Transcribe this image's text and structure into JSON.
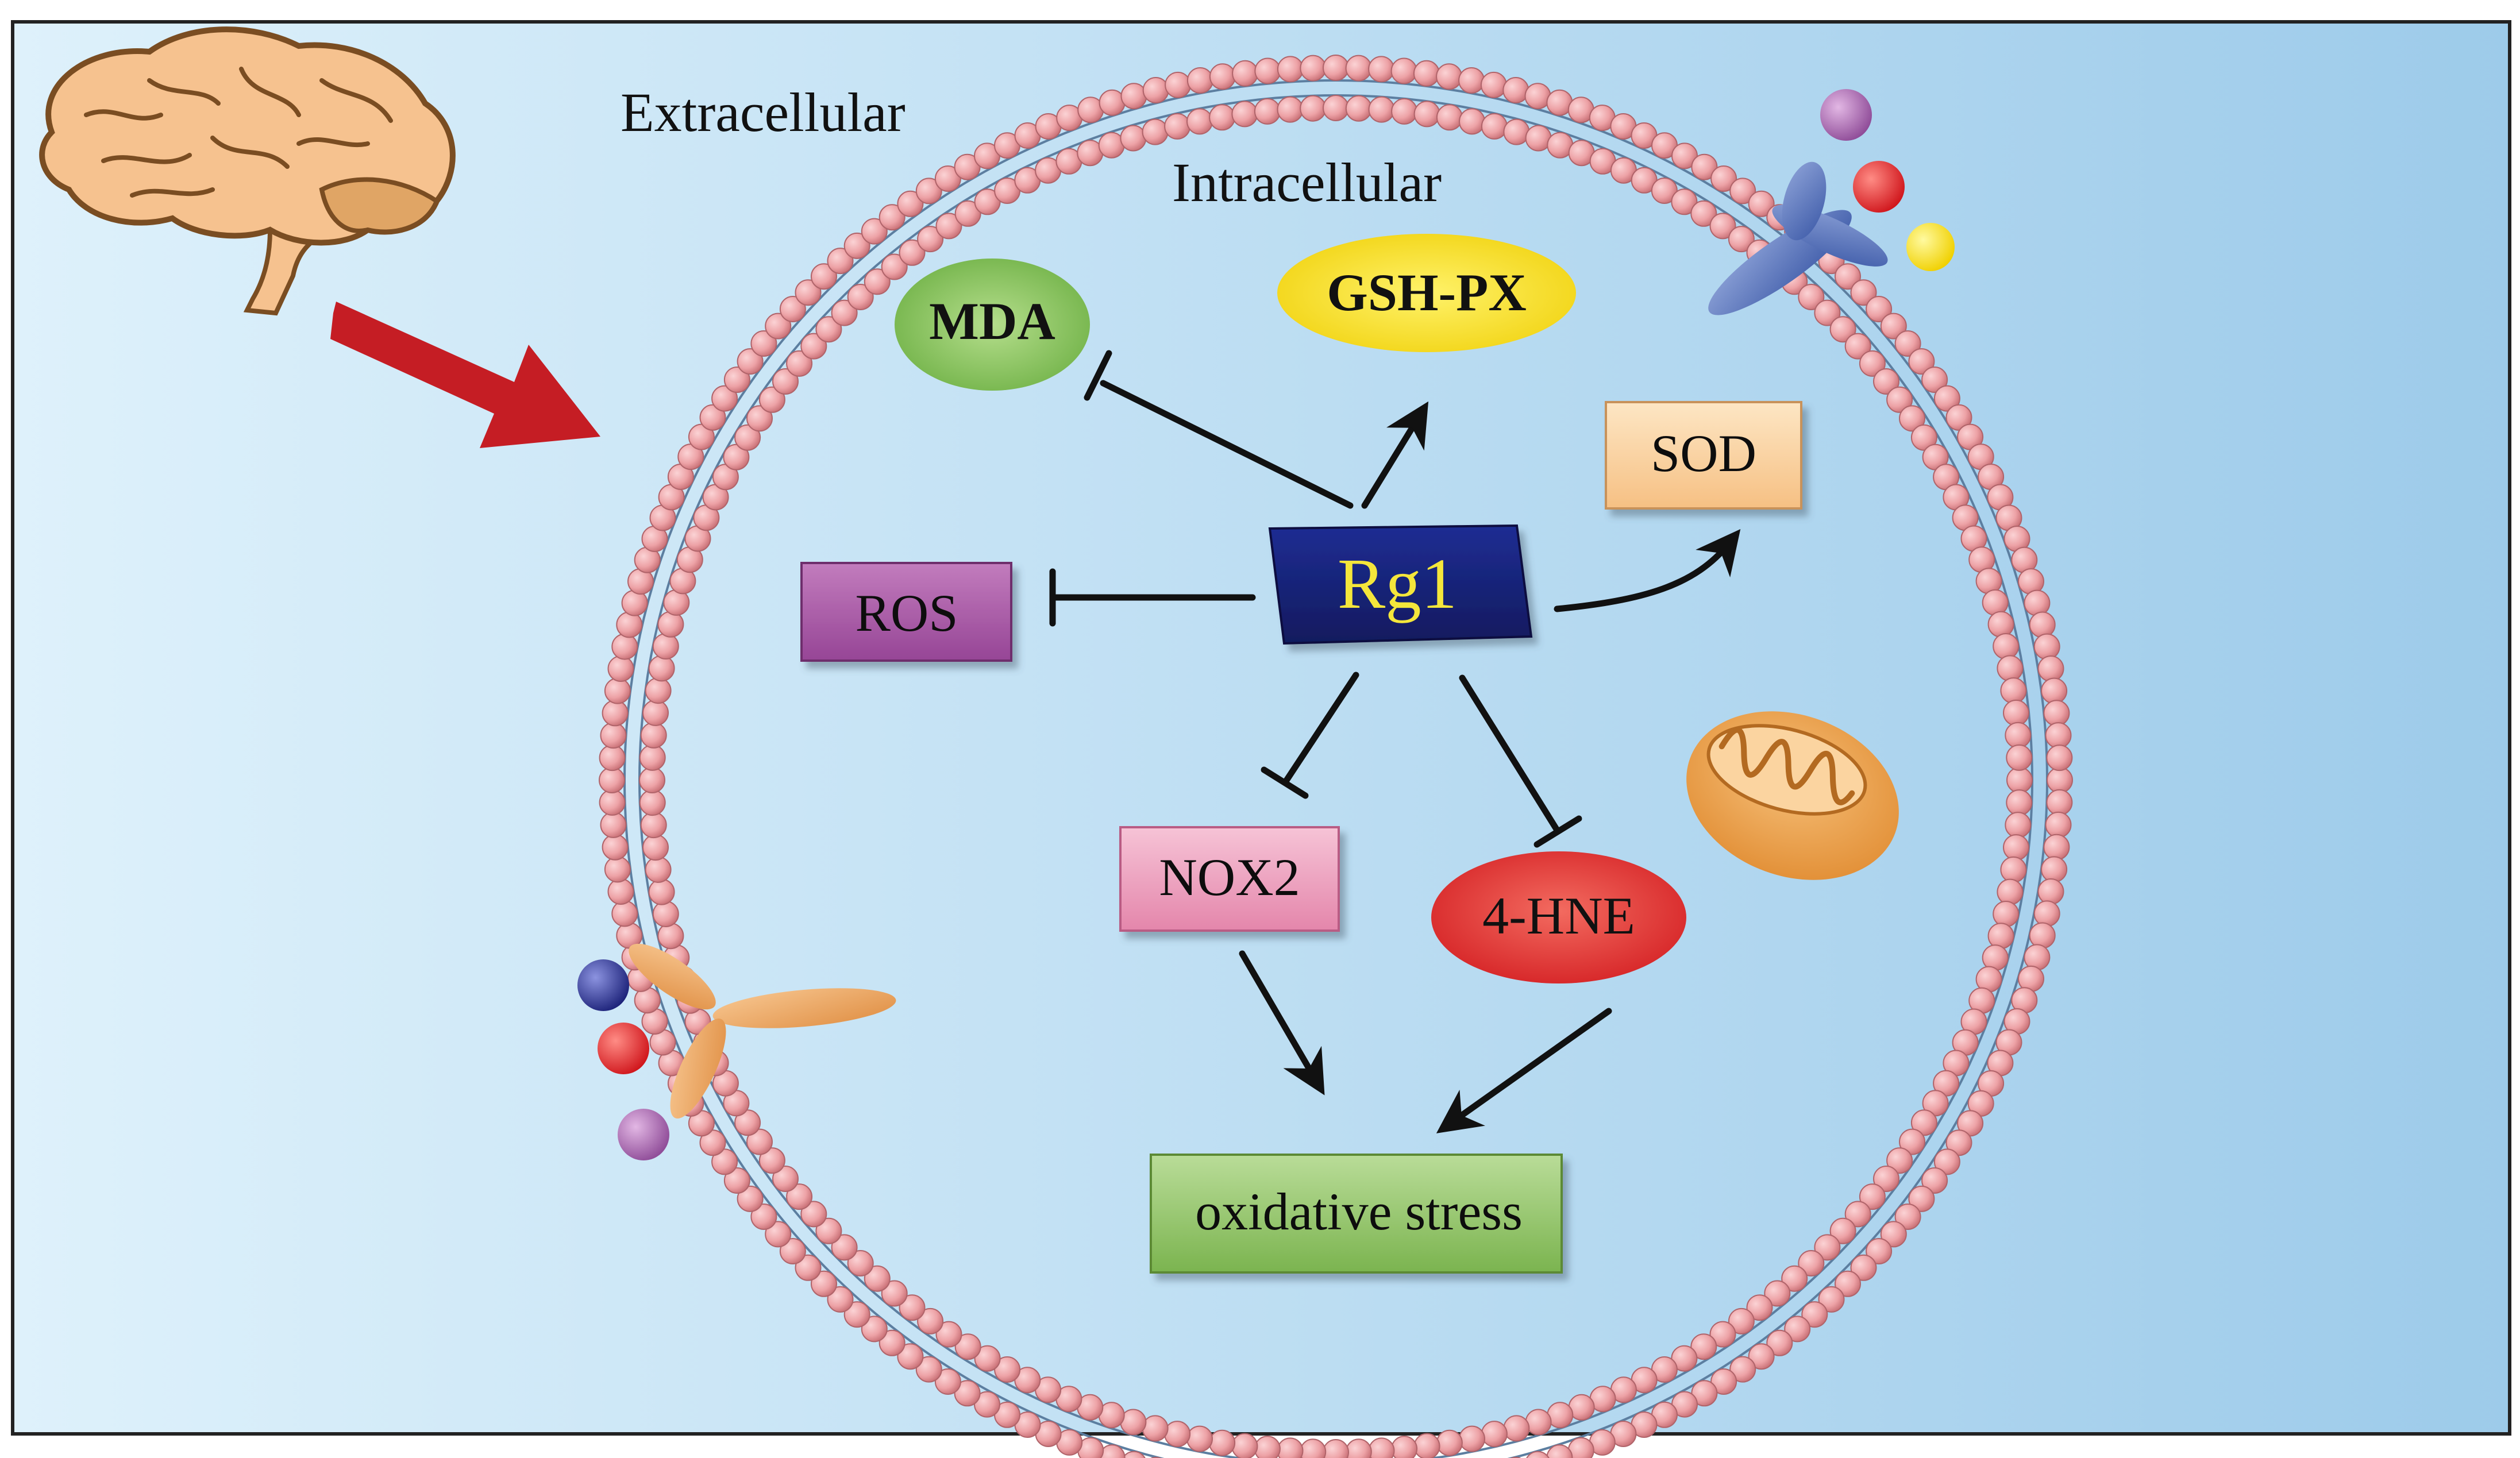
{
  "labels": {
    "extracellular": "Extracellular",
    "intracellular": "Intracellular"
  },
  "nodes": {
    "rg1": "Rg1",
    "mda": "MDA",
    "gshpx": "GSH-PX",
    "sod": "SOD",
    "ros": "ROS",
    "nox2": "NOX2",
    "hne": "4-HNE",
    "oxidative_stress": "oxidative stress"
  },
  "relations": [
    {
      "from": "Rg1",
      "to": "MDA",
      "type": "inhibit"
    },
    {
      "from": "Rg1",
      "to": "GSH-PX",
      "type": "promote"
    },
    {
      "from": "Rg1",
      "to": "SOD",
      "type": "promote"
    },
    {
      "from": "Rg1",
      "to": "ROS",
      "type": "inhibit"
    },
    {
      "from": "Rg1",
      "to": "NOX2",
      "type": "inhibit"
    },
    {
      "from": "Rg1",
      "to": "4-HNE",
      "type": "inhibit"
    },
    {
      "from": "NOX2",
      "to": "oxidative stress",
      "type": "promote"
    },
    {
      "from": "4-HNE",
      "to": "oxidative stress",
      "type": "promote"
    }
  ],
  "icons": [
    "brain-icon",
    "mitochondrion-icon",
    "receptor-icon",
    "ligand-icon"
  ],
  "colors": {
    "background_left": "#dcf0fb",
    "background_right": "#9ccbea",
    "membrane": "#e79a9f",
    "rg1_box": "#17237a",
    "rg1_text": "#f4e63a",
    "mda": "#8fc964",
    "gshpx": "#f2e12a",
    "sod": "#f8cf9a",
    "ros": "#a95aa4",
    "nox2": "#eba0bd",
    "hne": "#e32a2c",
    "oxidative_stress": "#8fc264",
    "arrow_red": "#c51d24"
  }
}
